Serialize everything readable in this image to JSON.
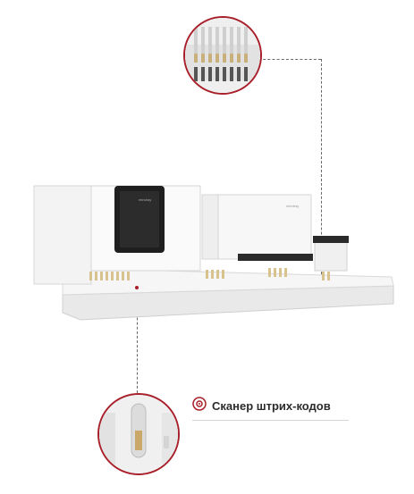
{
  "feature": {
    "label": "Сканер штрих-кодов",
    "icon": "barcode-scanner-icon",
    "accent_color": "#a81f2a"
  },
  "device": {
    "module_left_brand": "mindray",
    "module_right_brand": "mindray"
  }
}
